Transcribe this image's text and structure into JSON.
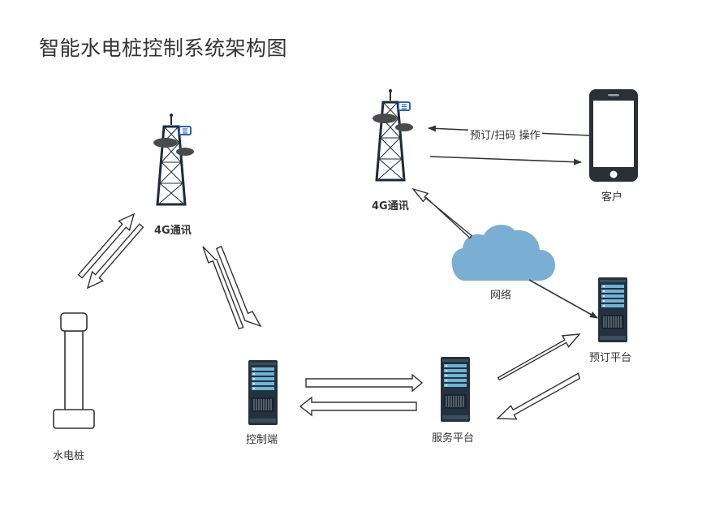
{
  "title": "智能水电桩控制系统架构图",
  "nodes": {
    "tower_left_label": "4G通讯",
    "tower_right_label": "4G通讯",
    "phone_label": "客户",
    "network_label": "网络",
    "booking_server_label": "预订平台",
    "service_server_label": "服务平台",
    "control_server_label": "控制端",
    "pile_label": "水电桩"
  },
  "edges": {
    "phone_to_tower_label": "预订/扫码 操作"
  },
  "colors": {
    "cloud": "#7aaed2",
    "server_body": "#24323f",
    "server_accent": "#6fb3d6",
    "tower": "#1f2b38",
    "phone": "#2b2f36"
  }
}
